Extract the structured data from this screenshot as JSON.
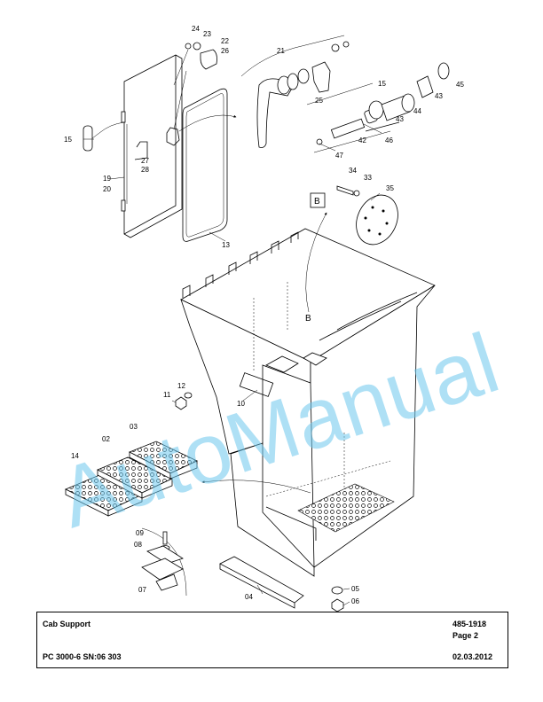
{
  "watermark": "AutoManual",
  "view_label": "B",
  "callouts": [
    "24",
    "23",
    "22",
    "26",
    "21",
    "25",
    "15",
    "45",
    "43",
    "44",
    "43",
    "42",
    "46",
    "47",
    "15",
    "27",
    "28",
    "19",
    "20",
    "13",
    "34",
    "33",
    "35",
    "B",
    "11",
    "12",
    "10",
    "03",
    "02",
    "14",
    "09",
    "08",
    "07",
    "04",
    "05",
    "06"
  ],
  "title_block": {
    "title": "Cab Support",
    "doc_number": "485-1918",
    "page": "Page 2",
    "model": "PC 3000-6 SN:06 303",
    "date": "02.03.2012"
  }
}
